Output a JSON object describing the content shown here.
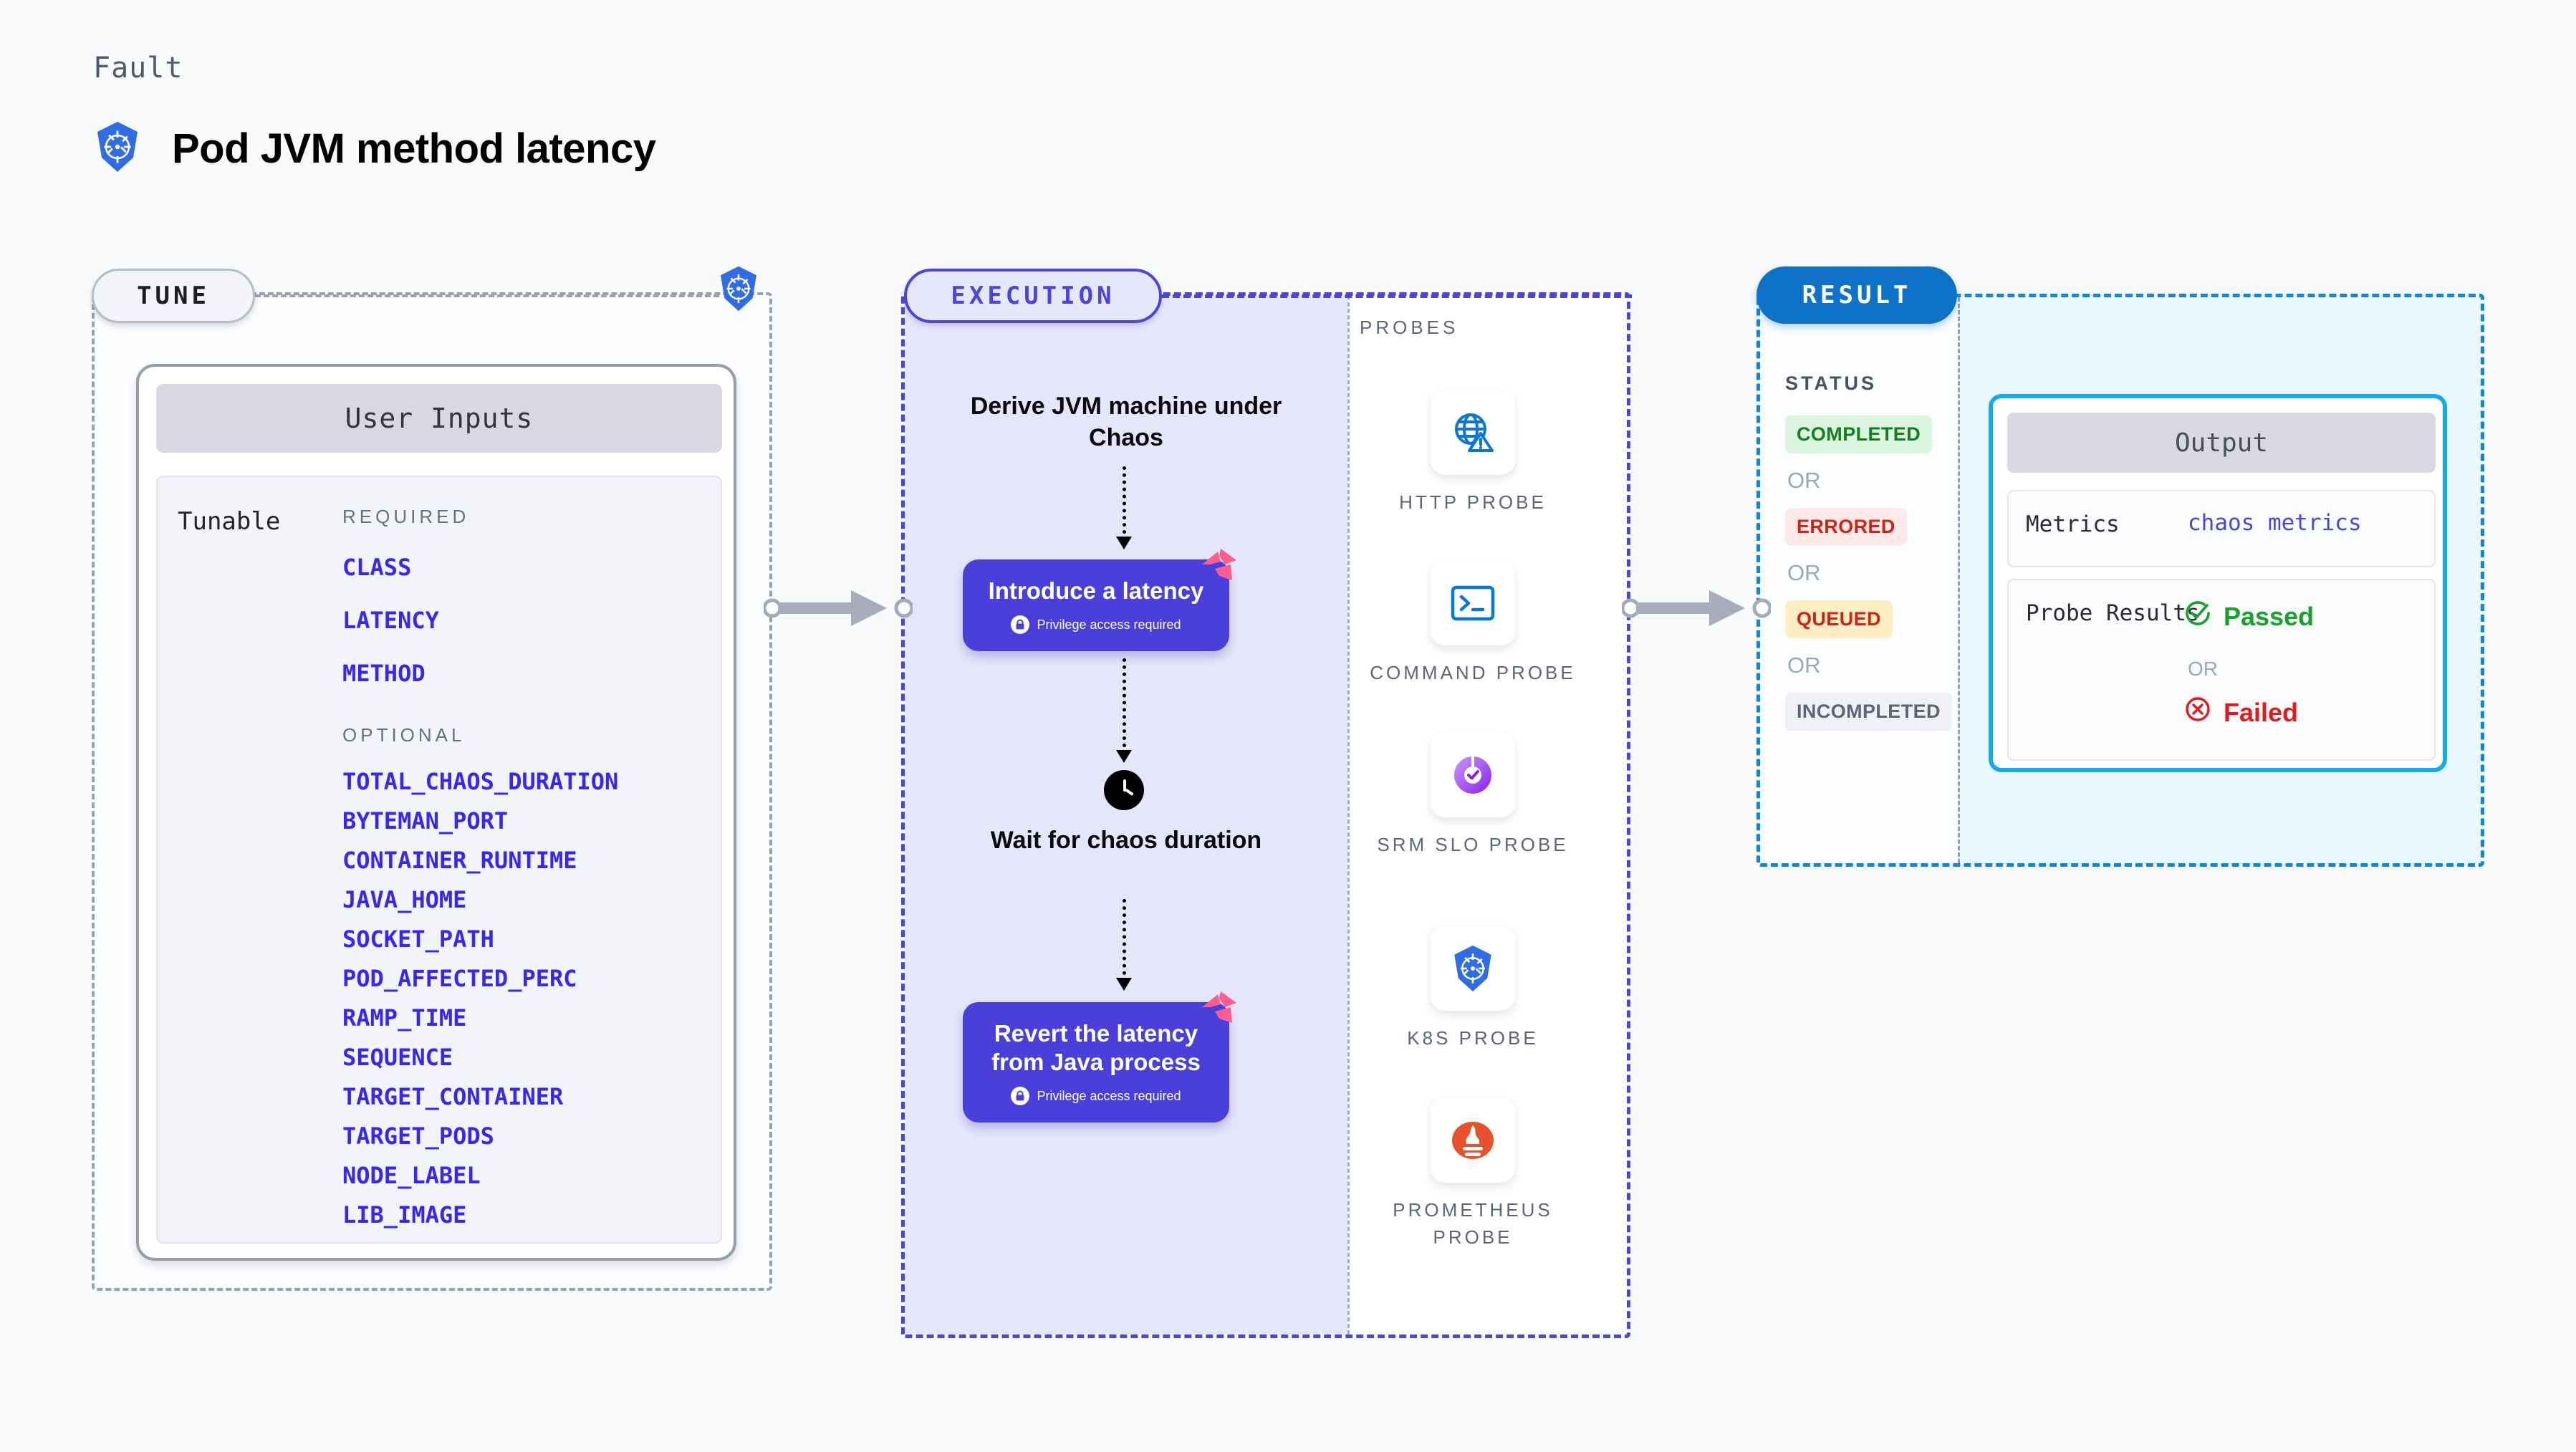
{
  "header": {
    "kicker": "Fault",
    "title": "Pod JVM method latency",
    "logo_icon": "kubernetes-icon"
  },
  "tune": {
    "pill_label": "TUNE",
    "corner_icon": "kubernetes-icon",
    "card": {
      "title": "User Inputs",
      "row_label": "Tunable",
      "required_label": "REQUIRED",
      "optional_label": "OPTIONAL",
      "required": [
        "CLASS",
        "LATENCY",
        "METHOD"
      ],
      "optional": [
        "TOTAL_CHAOS_DURATION",
        "BYTEMAN_PORT",
        "CONTAINER_RUNTIME",
        "JAVA_HOME",
        "SOCKET_PATH",
        "POD_AFFECTED_PERC",
        "RAMP_TIME",
        "SEQUENCE",
        "TARGET_CONTAINER",
        "TARGET_PODS",
        "NODE_LABEL",
        "LIB_IMAGE"
      ]
    }
  },
  "execution": {
    "pill_label": "EXECUTION",
    "steps": [
      {
        "type": "label",
        "text": "Derive JVM machine under Chaos"
      },
      {
        "type": "card",
        "text": "Introduce a latency",
        "privilege": "Privilege access required",
        "badge_icon": "litmus-icon",
        "lock_icon": "lock-icon"
      },
      {
        "type": "wait",
        "text": "Wait for chaos duration",
        "icon": "clock-icon"
      },
      {
        "type": "card",
        "text": "Revert the latency from Java process",
        "privilege": "Privilege access required",
        "badge_icon": "litmus-icon",
        "lock_icon": "lock-icon"
      }
    ]
  },
  "probes": {
    "section_label": "PROBES",
    "items": [
      {
        "name": "HTTP PROBE",
        "icon": "globe-warning-icon"
      },
      {
        "name": "COMMAND PROBE",
        "icon": "terminal-icon"
      },
      {
        "name": "SRM SLO PROBE",
        "icon": "srm-slo-icon"
      },
      {
        "name": "K8S PROBE",
        "icon": "kubernetes-icon"
      },
      {
        "name": "PROMETHEUS PROBE",
        "icon": "prometheus-icon"
      }
    ]
  },
  "result": {
    "pill_label": "RESULT",
    "status_label": "STATUS",
    "or_label": "OR",
    "statuses": [
      {
        "label": "COMPLETED",
        "bg": "#dcf5df",
        "color": "#128021"
      },
      {
        "label": "ERRORED",
        "bg": "#fde9e7",
        "color": "#cf2318"
      },
      {
        "label": "QUEUED",
        "bg": "#fdeec4",
        "color": "#cf2318"
      },
      {
        "label": "INCOMPLETED",
        "bg": "#f0f1f6",
        "color": "#5e6376"
      }
    ],
    "output": {
      "title": "Output",
      "metrics_key": "Metrics",
      "metrics_value": "chaos metrics",
      "probe_key": "Probe Results",
      "passed_label": "Passed",
      "failed_label": "Failed",
      "or_label": "OR",
      "passed_icon": "check-circle-icon",
      "failed_icon": "x-circle-icon"
    }
  },
  "connectors": [
    {
      "name": "tune-to-execution"
    },
    {
      "name": "probes-to-result"
    }
  ],
  "colors": {
    "accent_purple": "#4b45dd",
    "accent_blue": "#0e72c8",
    "accent_cyan": "#16a9ec",
    "param_blue": "#3826f5",
    "litmus_pink": "#fa5d8e",
    "k8s_blue": "#326ce5",
    "prometheus_orange": "#e6522c"
  }
}
